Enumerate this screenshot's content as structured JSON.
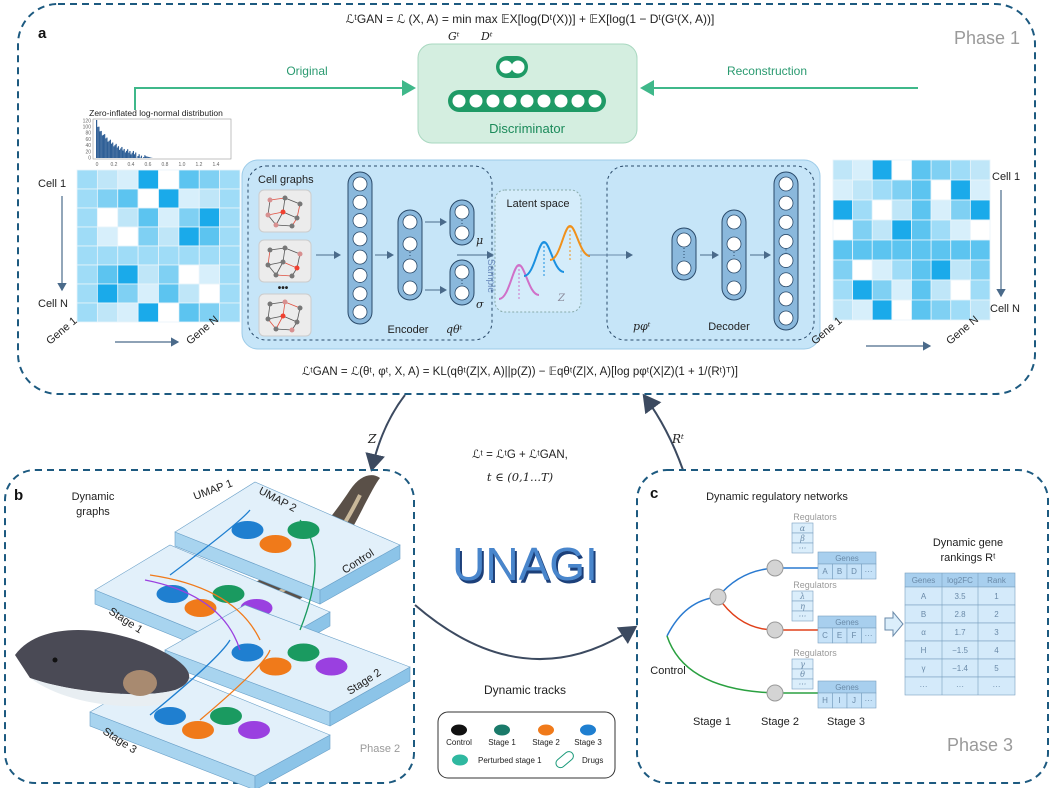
{
  "panel_a": {
    "letter": "a",
    "phase": "Phase 1",
    "gan_loss_top": "ℒᵗGAN = ℒ (X, A) = min    max 𝔼X[log(Dᵗ(X))] + 𝔼X[log(1 − Dᵗ(Gᵗ(X, A))]",
    "gan_min_sub": "Gᵗ",
    "gan_max_sub": "Dᵗ",
    "original_label": "Original",
    "reconstruction_label": "Reconstruction",
    "discriminator_label": "Discriminator",
    "histogram": {
      "title": "Zero-inflated log-normal distribution",
      "x_ticks": [
        "0",
        "0.2",
        "0.4",
        "0.6",
        "0.8",
        "1.0",
        "1.2",
        "1.4"
      ],
      "y_ticks": [
        "0",
        "20",
        "40",
        "60",
        "80",
        "100",
        "120"
      ]
    },
    "input_matrix": {
      "row_first": "Cell 1",
      "row_last": "Cell N",
      "col_first": "Gene 1",
      "col_last": "Gene N"
    },
    "output_matrix": {
      "row_first": "Cell 1",
      "row_last": "Cell N",
      "col_first": "Gene 1",
      "col_last": "Gene N"
    },
    "cell_graphs_label": "Cell graphs",
    "ellipsis": "•••",
    "encoder_label": "Encoder",
    "q_label": "qθᵗ",
    "mu_label": "μ",
    "sigma_label": "σ",
    "sample_label": "Sample",
    "latent_label": "Latent space",
    "z_label": "Z",
    "p_label": "pφᵗ",
    "decoder_label": "Decoder",
    "vae_loss_bottom": "ℒᵗGAN = ℒ(θᵗ, φᵗ, X, A) = KL(qθᵗ(Z|X, A)||p(Z)) − 𝔼qθᵗ(Z|X, A)[log pφᵗ(X|Z)(1 + 1/(Rᵗ)ᵀ)]"
  },
  "cycle": {
    "z_arrow_label": "Z",
    "r_arrow_label": "Rᵗ",
    "total_loss": "ℒᵗ = ℒᵗG + ℒᵗGAN,",
    "t_range": "t ∈ (0,1...T)",
    "title": "UNAGI",
    "tracks_title": "Dynamic tracks",
    "legend": [
      {
        "label": "Control",
        "color": "#111111"
      },
      {
        "label": "Stage 1",
        "color": "#1a7a6a"
      },
      {
        "label": "Stage 2",
        "color": "#f07a1a"
      },
      {
        "label": "Stage 3",
        "color": "#1f7fd0"
      },
      {
        "label": "Perturbed stage 1",
        "color": "#2fb8a0"
      },
      {
        "label": "Drugs",
        "color": "#1a9a7a"
      }
    ]
  },
  "panel_b": {
    "letter": "b",
    "title_line1": "Dynamic",
    "title_line2": "graphs",
    "umap1": "UMAP 1",
    "umap2": "UMAP 2",
    "slabs": [
      "Control",
      "Stage 1",
      "Stage 2",
      "Stage 3"
    ],
    "phase": "Phase 2"
  },
  "panel_c": {
    "letter": "c",
    "title": "Dynamic regulatory networks",
    "control_label": "Control",
    "stage_labels": [
      "Stage 1",
      "Stage 2",
      "Stage 3"
    ],
    "regulators_label": "Regulators",
    "genes_label": "Genes",
    "regulator_groups": [
      {
        "regulators": [
          "α",
          "β",
          "···"
        ],
        "genes": [
          "A",
          "B",
          "D",
          "···"
        ]
      },
      {
        "regulators": [
          "λ",
          "η",
          "···"
        ],
        "genes": [
          "C",
          "E",
          "F",
          "···"
        ]
      },
      {
        "regulators": [
          "γ",
          "θ",
          "···"
        ],
        "genes": [
          "H",
          "I",
          "J",
          "···"
        ]
      }
    ],
    "rankings_title_line1": "Dynamic gene",
    "rankings_title_line2": "rankings Rᵗ",
    "rankings_table": {
      "headers": [
        "Genes",
        "log2FC",
        "Rank"
      ],
      "rows": [
        [
          "A",
          "3.5",
          "1"
        ],
        [
          "B",
          "2.8",
          "2"
        ],
        [
          "α",
          "1.7",
          "3"
        ],
        [
          "H",
          "−1.5",
          "4"
        ],
        [
          "γ",
          "−1.4",
          "5"
        ],
        [
          "···",
          "···",
          "···"
        ]
      ]
    },
    "phase": "Phase 3"
  },
  "colors": {
    "border": "#1d5a80",
    "discriminator_fill": "#d4eee0",
    "discriminator_text": "#1b8a5a",
    "vae_fill": "#c6e5f8",
    "unagi": "#3f79c2"
  }
}
